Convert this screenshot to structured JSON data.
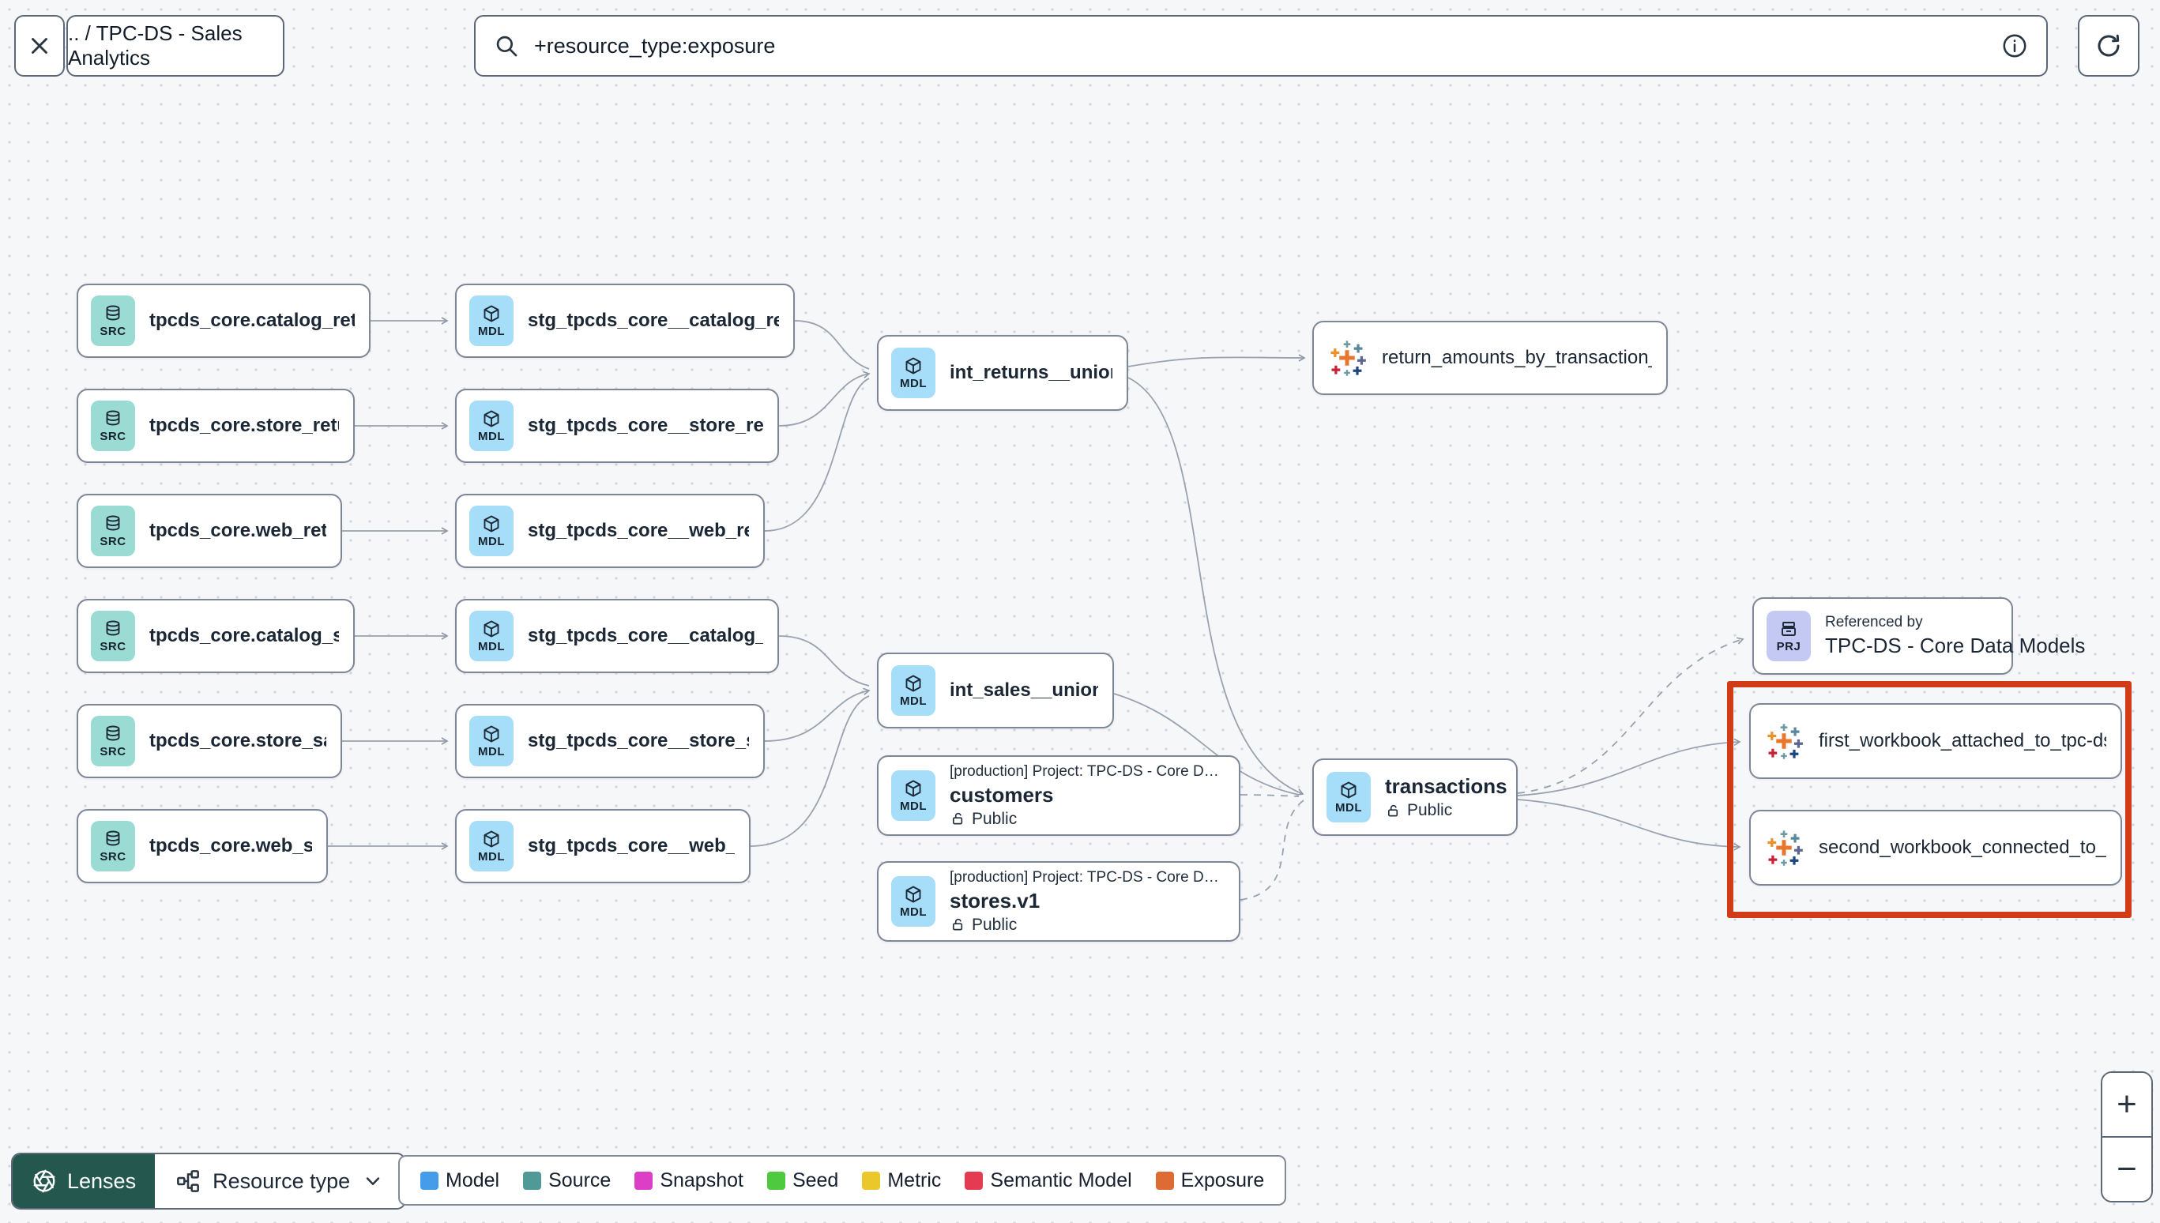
{
  "toolbar": {
    "breadcrumb": ".. / TPC-DS - Sales Analytics",
    "search_value": "+resource_type:exposure"
  },
  "badges": {
    "src": "SRC",
    "mdl": "MDL",
    "prj": "PRJ"
  },
  "nodes": {
    "sources": [
      {
        "label": "tpcds_core.catalog_returns"
      },
      {
        "label": "tpcds_core.store_returns"
      },
      {
        "label": "tpcds_core.web_returns"
      },
      {
        "label": "tpcds_core.catalog_sales"
      },
      {
        "label": "tpcds_core.store_sales"
      },
      {
        "label": "tpcds_core.web_sales"
      }
    ],
    "staging_models": [
      {
        "label": "stg_tpcds_core__catalog_returns"
      },
      {
        "label": "stg_tpcds_core__store_returns"
      },
      {
        "label": "stg_tpcds_core__web_returns"
      },
      {
        "label": "stg_tpcds_core__catalog_sales"
      },
      {
        "label": "stg_tpcds_core__store_sales"
      },
      {
        "label": "stg_tpcds_core__web_sales"
      }
    ],
    "int_models": [
      {
        "label": "int_returns__unioned"
      },
      {
        "label": "int_sales__unioned"
      }
    ],
    "public_models": [
      {
        "project": "[production] Project: TPC-DS - Core Data Mo…",
        "name": "customers",
        "access": "Public"
      },
      {
        "project": "[production] Project: TPC-DS - Core Data Mo…",
        "name": "stores.v1",
        "access": "Public"
      }
    ],
    "transactions_model": {
      "name": "transactions",
      "access": "Public"
    },
    "project_ref": {
      "eyebrow": "Referenced by",
      "name": "TPC-DS - Core Data Models"
    },
    "exposures": [
      {
        "label": "return_amounts_by_transaction_type"
      },
      {
        "label": "first_workbook_attached_to_tpc-ds_-_…"
      },
      {
        "label": "second_workbook_connected_to_live…"
      }
    ]
  },
  "legend": {
    "items": [
      {
        "label": "Model",
        "color": "#479CEA"
      },
      {
        "label": "Source",
        "color": "#4F9A96"
      },
      {
        "label": "Snapshot",
        "color": "#DD3EC6"
      },
      {
        "label": "Seed",
        "color": "#4FC93F"
      },
      {
        "label": "Metric",
        "color": "#EAC82C"
      },
      {
        "label": "Semantic Model",
        "color": "#E43B52"
      },
      {
        "label": "Exposure",
        "color": "#DE6B34"
      }
    ]
  },
  "controls": {
    "lenses_label": "Lenses",
    "resource_type_label": "Resource type",
    "zoom_in_label": "+",
    "zoom_out_label": "−"
  },
  "colors": {
    "selection_highlight": "#D23B17",
    "lenses_background": "#24584F"
  }
}
